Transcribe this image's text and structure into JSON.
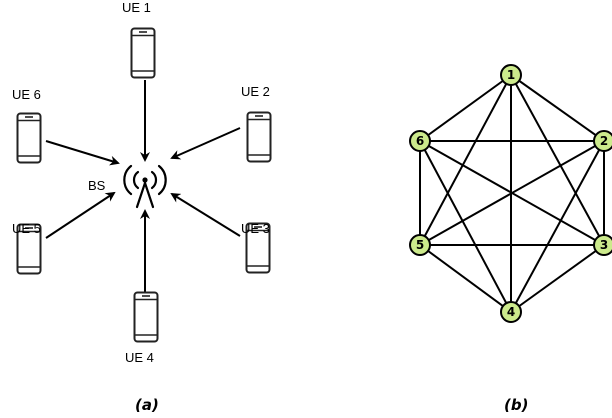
{
  "left": {
    "bs_label": "BS",
    "ues": [
      "UE 1",
      "UE 2",
      "UE 3",
      "UE 4",
      "UE 5",
      "UE 6"
    ],
    "caption": "(a)"
  },
  "right": {
    "nodes": [
      "1",
      "2",
      "3",
      "4",
      "5",
      "6"
    ],
    "caption": "(b)",
    "node_fill": "#ccea8c"
  }
}
